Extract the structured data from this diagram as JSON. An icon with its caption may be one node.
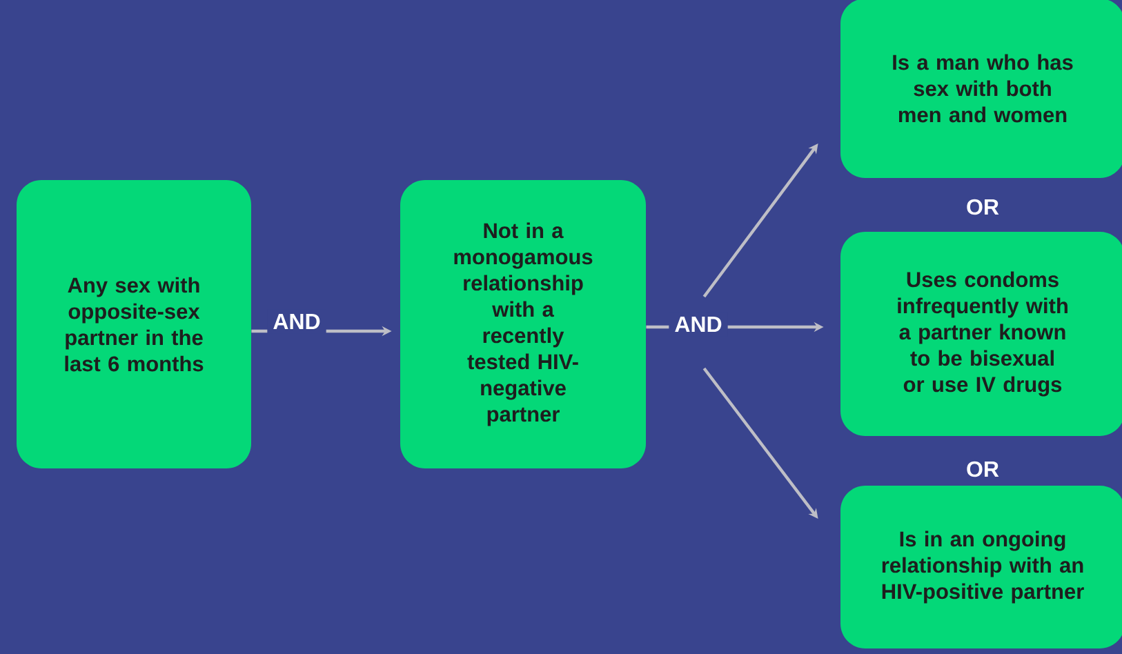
{
  "diagram": {
    "nodes": [
      {
        "text": [
          "Any sex with opposite-sex partner in the last 6 months"
        ]
      },
      {
        "text": [
          "Not in a monogamous relationship with a recently tested HIV-negative partner"
        ]
      },
      {
        "text": [
          "Is a man who has sex with both men and women"
        ]
      },
      {
        "text": [
          "Uses condoms infrequently with a partner known to be bisexual or use IV drugs"
        ]
      },
      {
        "text": [
          "Is in an ongoing relationship with an HIV-positive partner"
        ]
      }
    ],
    "edges": [
      {
        "from": 0,
        "to": 1,
        "arrow": "to",
        "label": "AND"
      },
      {
        "from": 1,
        "to": 2,
        "arrow": "to"
      },
      {
        "from": 1,
        "to": 3,
        "arrow": "to",
        "label": "AND"
      },
      {
        "from": 1,
        "to": 4,
        "arrow": "to"
      }
    ],
    "labels": [
      "OR",
      "OR"
    ]
  }
}
